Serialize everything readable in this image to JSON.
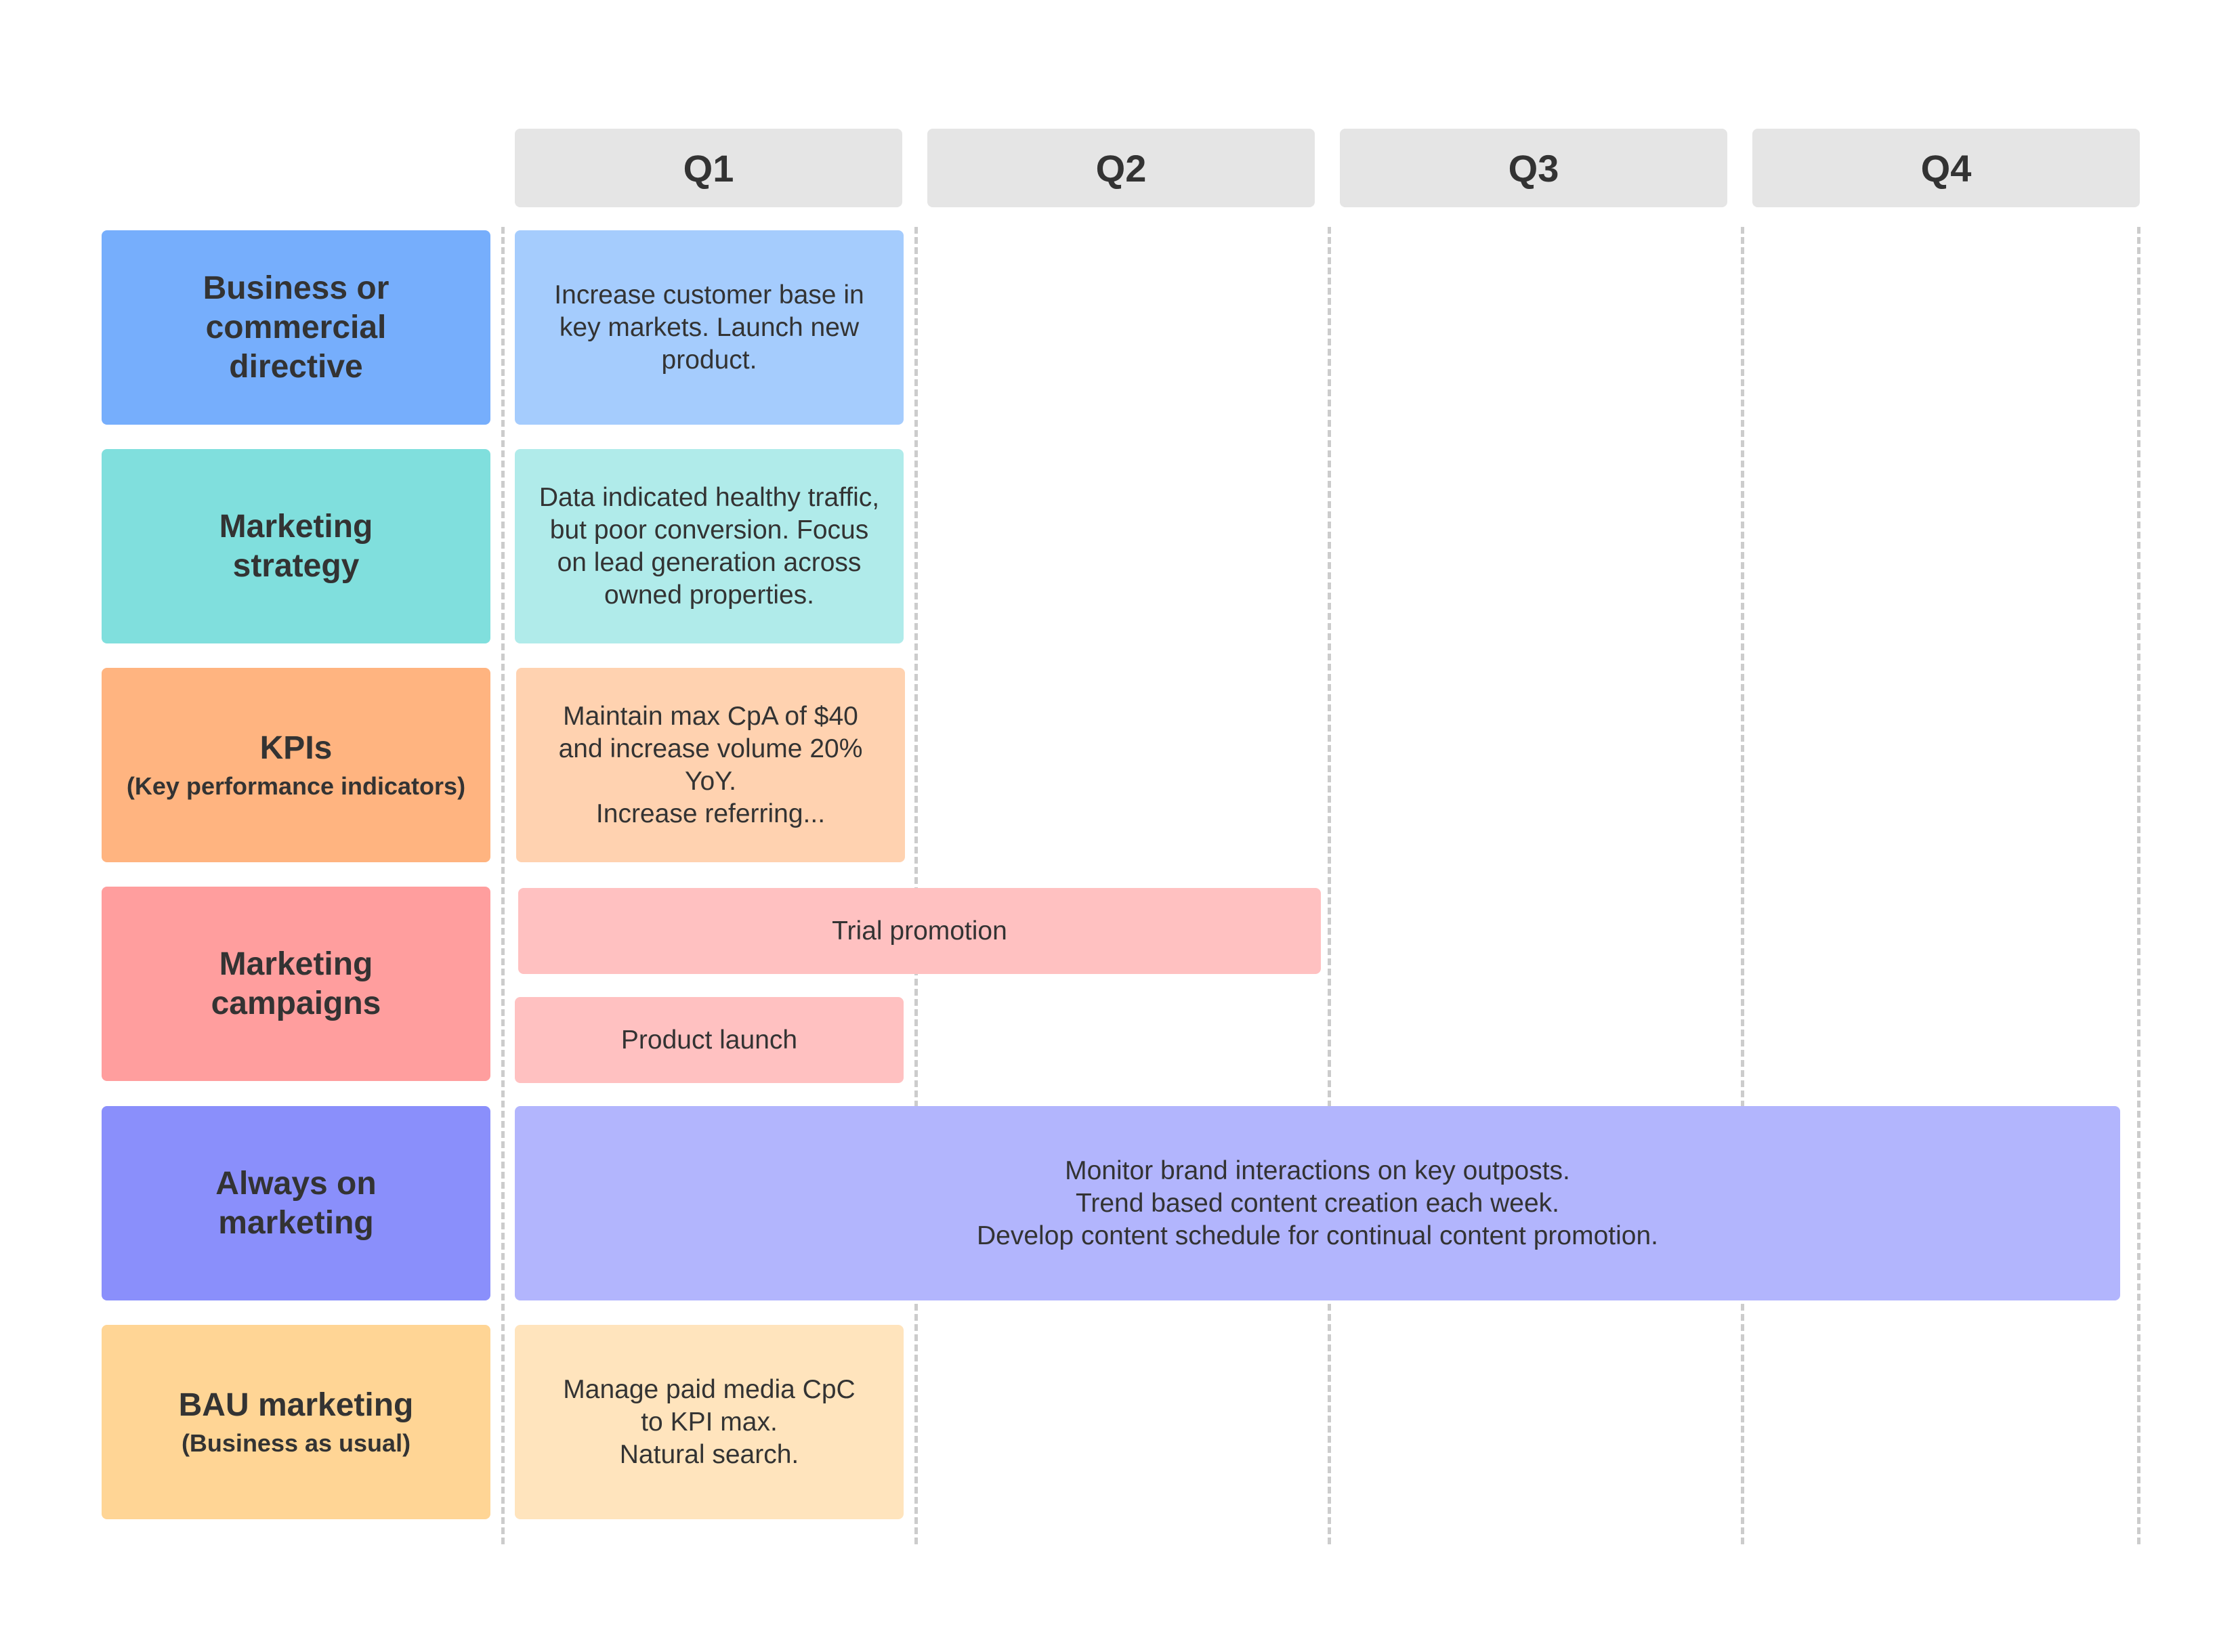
{
  "columns": [
    "Q1",
    "Q2",
    "Q3",
    "Q4"
  ],
  "rows": [
    {
      "title": "Business or\ncommercial\ndirective",
      "subtitle": "",
      "color": "#76aefc"
    },
    {
      "title": "Marketing\nstrategy",
      "subtitle": "",
      "color": "#80dfdd"
    },
    {
      "title": "KPIs",
      "subtitle": "(Key performance indicators)",
      "color": "#ffb480"
    },
    {
      "title": "Marketing\ncampaigns",
      "subtitle": "",
      "color": "#ff9e9e"
    },
    {
      "title": "Always on\nmarketing",
      "subtitle": "",
      "color": "#8a8ffb"
    },
    {
      "title": "BAU marketing",
      "subtitle": "(Business as usual)",
      "color": "#ffd595"
    }
  ],
  "cards": {
    "business": {
      "text": "Increase customer base in\nkey markets. Launch new\nproduct.",
      "color": "#a5ccfd"
    },
    "strategy": {
      "text": "Data indicated healthy traffic,\nbut poor conversion. Focus\non lead generation across\nowned properties.",
      "color": "#b0ebea"
    },
    "kpis": {
      "text": "Maintain max CpA of $40\nand increase volume 20%\nYoY.\nIncrease referring...",
      "color": "#ffd2b0"
    },
    "trial": {
      "text": "Trial promotion",
      "color": "#ffc1c1"
    },
    "launch": {
      "text": "Product launch",
      "color": "#ffc1c1"
    },
    "always_on": {
      "text": "Monitor brand interactions on key outposts.\nTrend based content creation each week.\nDevelop content schedule for continual content promotion.",
      "color": "#b2b5fd"
    },
    "bau": {
      "text": "Manage paid media CpC\nto KPI max.\nNatural search.",
      "color": "#ffe4bd"
    }
  }
}
